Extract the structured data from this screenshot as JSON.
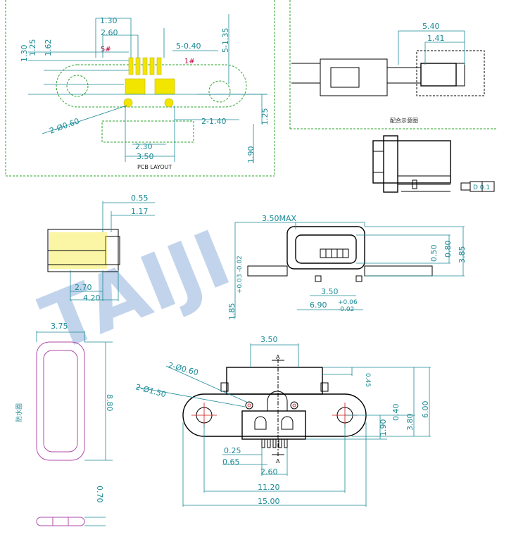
{
  "watermark": "TAIJI",
  "pcb": {
    "title": "PCB LAYOUT",
    "pad_pitch": "1.30",
    "pad_span": "2.60",
    "pad_width": "5-0.40",
    "inner_span": "2.30",
    "hole_span": "3.50",
    "offset": "2-1.40",
    "hole_dia": "2-Ø0.60",
    "v1": "1.30",
    "v2": "1.25",
    "v3": "1.62",
    "v4": "5-1.35",
    "v5": "1.25",
    "v6": "1.90",
    "pin5": "5#",
    "pin1": "1#"
  },
  "mating": {
    "depth": "5.40",
    "engage": "1.41",
    "caption": "配合示意图"
  },
  "side": {
    "datum": "D 0.1"
  },
  "section": {
    "a": "0.55",
    "b": "1.17",
    "c": "2.70",
    "d": "4.20"
  },
  "front": {
    "max": "3.50MAX",
    "inner": "3.50",
    "width": "6.90",
    "tol_plus": "+0.06",
    "tol_minus": "-0.02",
    "height": "1.85",
    "height_tol": "+0.03 -0.02",
    "r1": "0.50",
    "r2": "0.80",
    "r3": "3.85"
  },
  "ring": {
    "width": "3.75",
    "height": "8.80",
    "thickness": "0.70",
    "label": "防水圈"
  },
  "top": {
    "section_a": "A",
    "a": "3.50",
    "hole_small": "2-Ø0.60",
    "hole_large": "2-Ø1.50",
    "pin_width": "0.25",
    "pin_pitch": "0.65",
    "pin_span": "2.60",
    "hole_span": "11.20",
    "total": "15.00",
    "r0": "0.45",
    "r1": "1.90",
    "r2": "0.40",
    "r3": "3.80",
    "r4": "6.00"
  }
}
